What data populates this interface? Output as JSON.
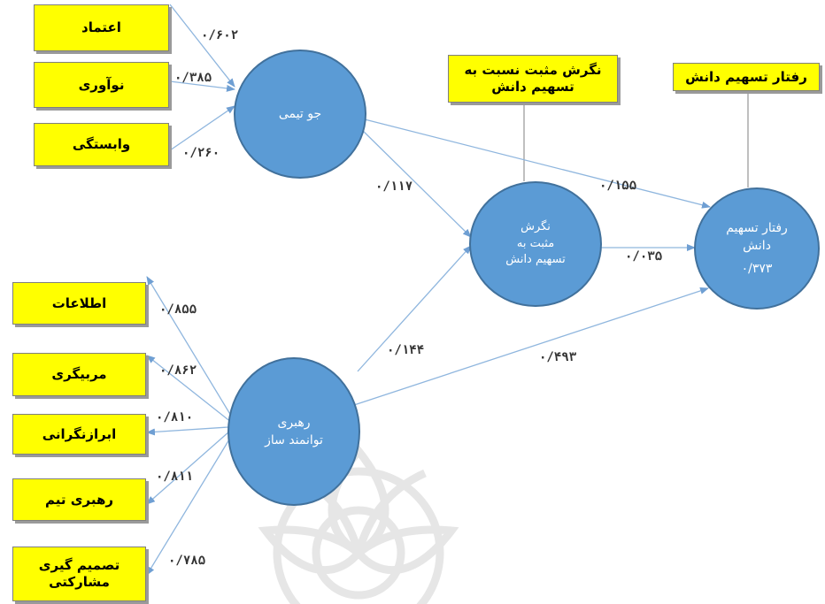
{
  "diagram": {
    "indicator_boxes": {
      "etemad": "اعتماد",
      "noavari": "نوآوری",
      "vabastegi": "وابستگی",
      "attitude_item": "نگرش مثبت نسبت به تسهیم دانش",
      "behavior_item": "رفتار تسهیم دانش",
      "etelaat": "اطلاعات",
      "morabigari": "مربیگری",
      "abzarnegari": "ابرازنگرانی",
      "rahbari_tim": "رهبری تیم",
      "tasmimgiri": "تصمیم گیری مشارکتی"
    },
    "constructs": {
      "team_climate": [
        "جو تیمی"
      ],
      "attitude": [
        "نگرش",
        "مثبت به",
        "تسهیم دانش"
      ],
      "behavior": [
        "رفتار تسهیم",
        "دانش",
        "۰/۳۷۳"
      ],
      "leadership": [
        "رهبری",
        "توانمند ساز"
      ]
    },
    "coefficients": {
      "etemad": "۰/۶۰۲",
      "noavari": "۰/۳۸۵",
      "vabastegi": "۰/۲۶۰",
      "climate_attitude": "۰/۱۱۷",
      "climate_behavior": "۰/۱۵۵",
      "attitude_behavior": "۰/۰۳۵",
      "leadership_attitude": "۰/۱۴۴",
      "leadership_behavior": "۰/۴۹۳",
      "etelaat": "۰/۸۵۵",
      "morabigari": "۰/۸۶۲",
      "abzarnegari": "۰/۸۱۰",
      "rahbari_tim": "۰/۸۱۱",
      "tasmimgiri": "۰/۷۸۵"
    },
    "colors": {
      "box_fill": "#ffff00",
      "circle_fill": "#5b9bd5",
      "arrow": "#8fb6de",
      "connector": "#7f7f7f",
      "watermark": "#e8e8e8"
    }
  }
}
